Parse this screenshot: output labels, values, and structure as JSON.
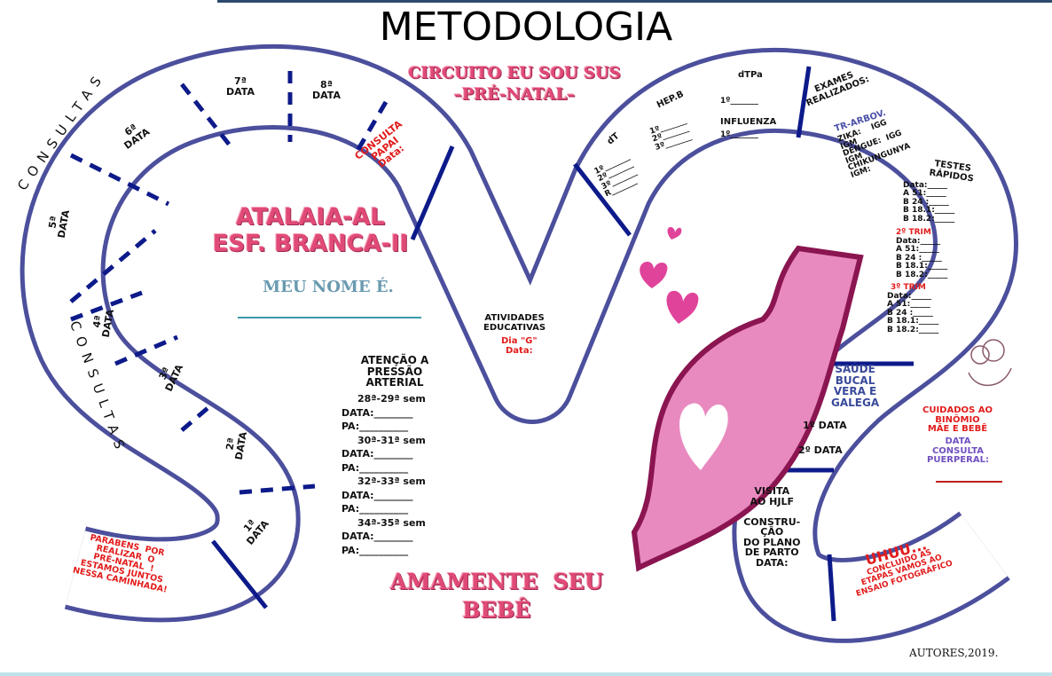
{
  "title": "METODOLOGIA",
  "header": {
    "line1": "CIRCUITO EU SOU SUS",
    "line2": "–PRÉ-NATAL–"
  },
  "center": {
    "place1": "ATALAIA-AL",
    "place2": "ESF. BRANCA-II",
    "name_label": "MEU NOME É."
  },
  "consultas_label_top": "CONSULTAS",
  "consultas_label_left": "CONSULTAS",
  "datas": [
    "1ª\nDATA",
    "2ª\nDATA",
    "3ª\nDATA",
    "4ª\nDATA",
    "5ª\nDATA",
    "6ª\nDATA",
    "7ª\nDATA",
    "8ª\nDATA"
  ],
  "consulta_papai": "CONSULTA\nPAPAI\nData:",
  "vacinas": {
    "dt": "dT",
    "dt_lines": "1º_______\n2º_______\n3º_______\nR_______",
    "hepb": "HEP.B",
    "hepb_lines": "1º_______\n2º_______\n3º_______",
    "dtpa": "dTPa",
    "dtpa_line": "1º_______",
    "influenza": "INFLUENZA",
    "influenza_line": "1º_______"
  },
  "exames": {
    "title": "EXAMES\nREALIZADOS:",
    "arbov": "TR-ARBOV.",
    "arbov_lines": "ZIKA:    IGG\nIGM\nDENGUE:  IGG\nIGM\nCHIKUNGUNYA\nIGM:",
    "testes": "TESTES\nRÁPIDOS",
    "tri1": "Data:_____\nA 51:_____\nB 24 :_____\nB 18.1:_____\nB 18.2:_____",
    "trim2_label": "2º TRIM",
    "tri2": "Data:_____\nA 51:_____\nB 24 :_____\nB 18.1:_____\nB 18.2:_____",
    "trim3_label": "3º TRIM",
    "tri3": "Data:_____\nA 51:_____\nB 24 :_____\nB 18.1:_____\nB 18.2:_____"
  },
  "atividades": {
    "title": "ATIVIDADES\nEDUCATIVAS",
    "sub": "Dia \"G\"\nData:"
  },
  "pressao": {
    "title": "ATENÇÃO A\nPRESSÃO\nARTERIAL",
    "rows": [
      {
        "sem": "28ª-29ª sem",
        "data": "DATA:________",
        "pa": "PA:__________"
      },
      {
        "sem": "30ª-31ª sem",
        "data": "DATA:________",
        "pa": "PA:__________"
      },
      {
        "sem": "32ª-33ª sem",
        "data": "DATA:________",
        "pa": "PA:__________"
      },
      {
        "sem": "34ª-35ª sem",
        "data": "DATA:________",
        "pa": "PA:__________"
      }
    ]
  },
  "saude_bucal": {
    "title": "SAÚDE\nBUCAL\nVERA E\nGALEGA",
    "d1": "1º DATA",
    "d2": "2º DATA"
  },
  "cuidados": {
    "title": "CUIDADOS AO\nBINÔMIO\nMÃE E BEBÊ",
    "sub": "DATA\nCONSULTA\nPUERPERAL:"
  },
  "visita": "VISITA\nAO HJLF\n\nCONSTRU-\nÇÃO\nDO PLANO\nDE PARTO\nDATA:",
  "uhuu": {
    "title": "UHUU...",
    "sub": "CONCLUIDO AS\nETAPAS VAMOS AO\nENSAIO FOTOGRÁFICO"
  },
  "parabens": "PARABENS  POR\nREALIZAR  O\nPRÉ-NATAL  !\nESTAMOS JUNTOS\nNESSA CAMINHADA!",
  "amamente": "AMAMENTE  SEU\nBEBÊ",
  "autores": "AUTORES,2019.",
  "colors": {
    "outline": "#4b4f9c",
    "divider": "#0d1a8a",
    "pink": "#e88ac0",
    "red": "#e21b1b"
  }
}
